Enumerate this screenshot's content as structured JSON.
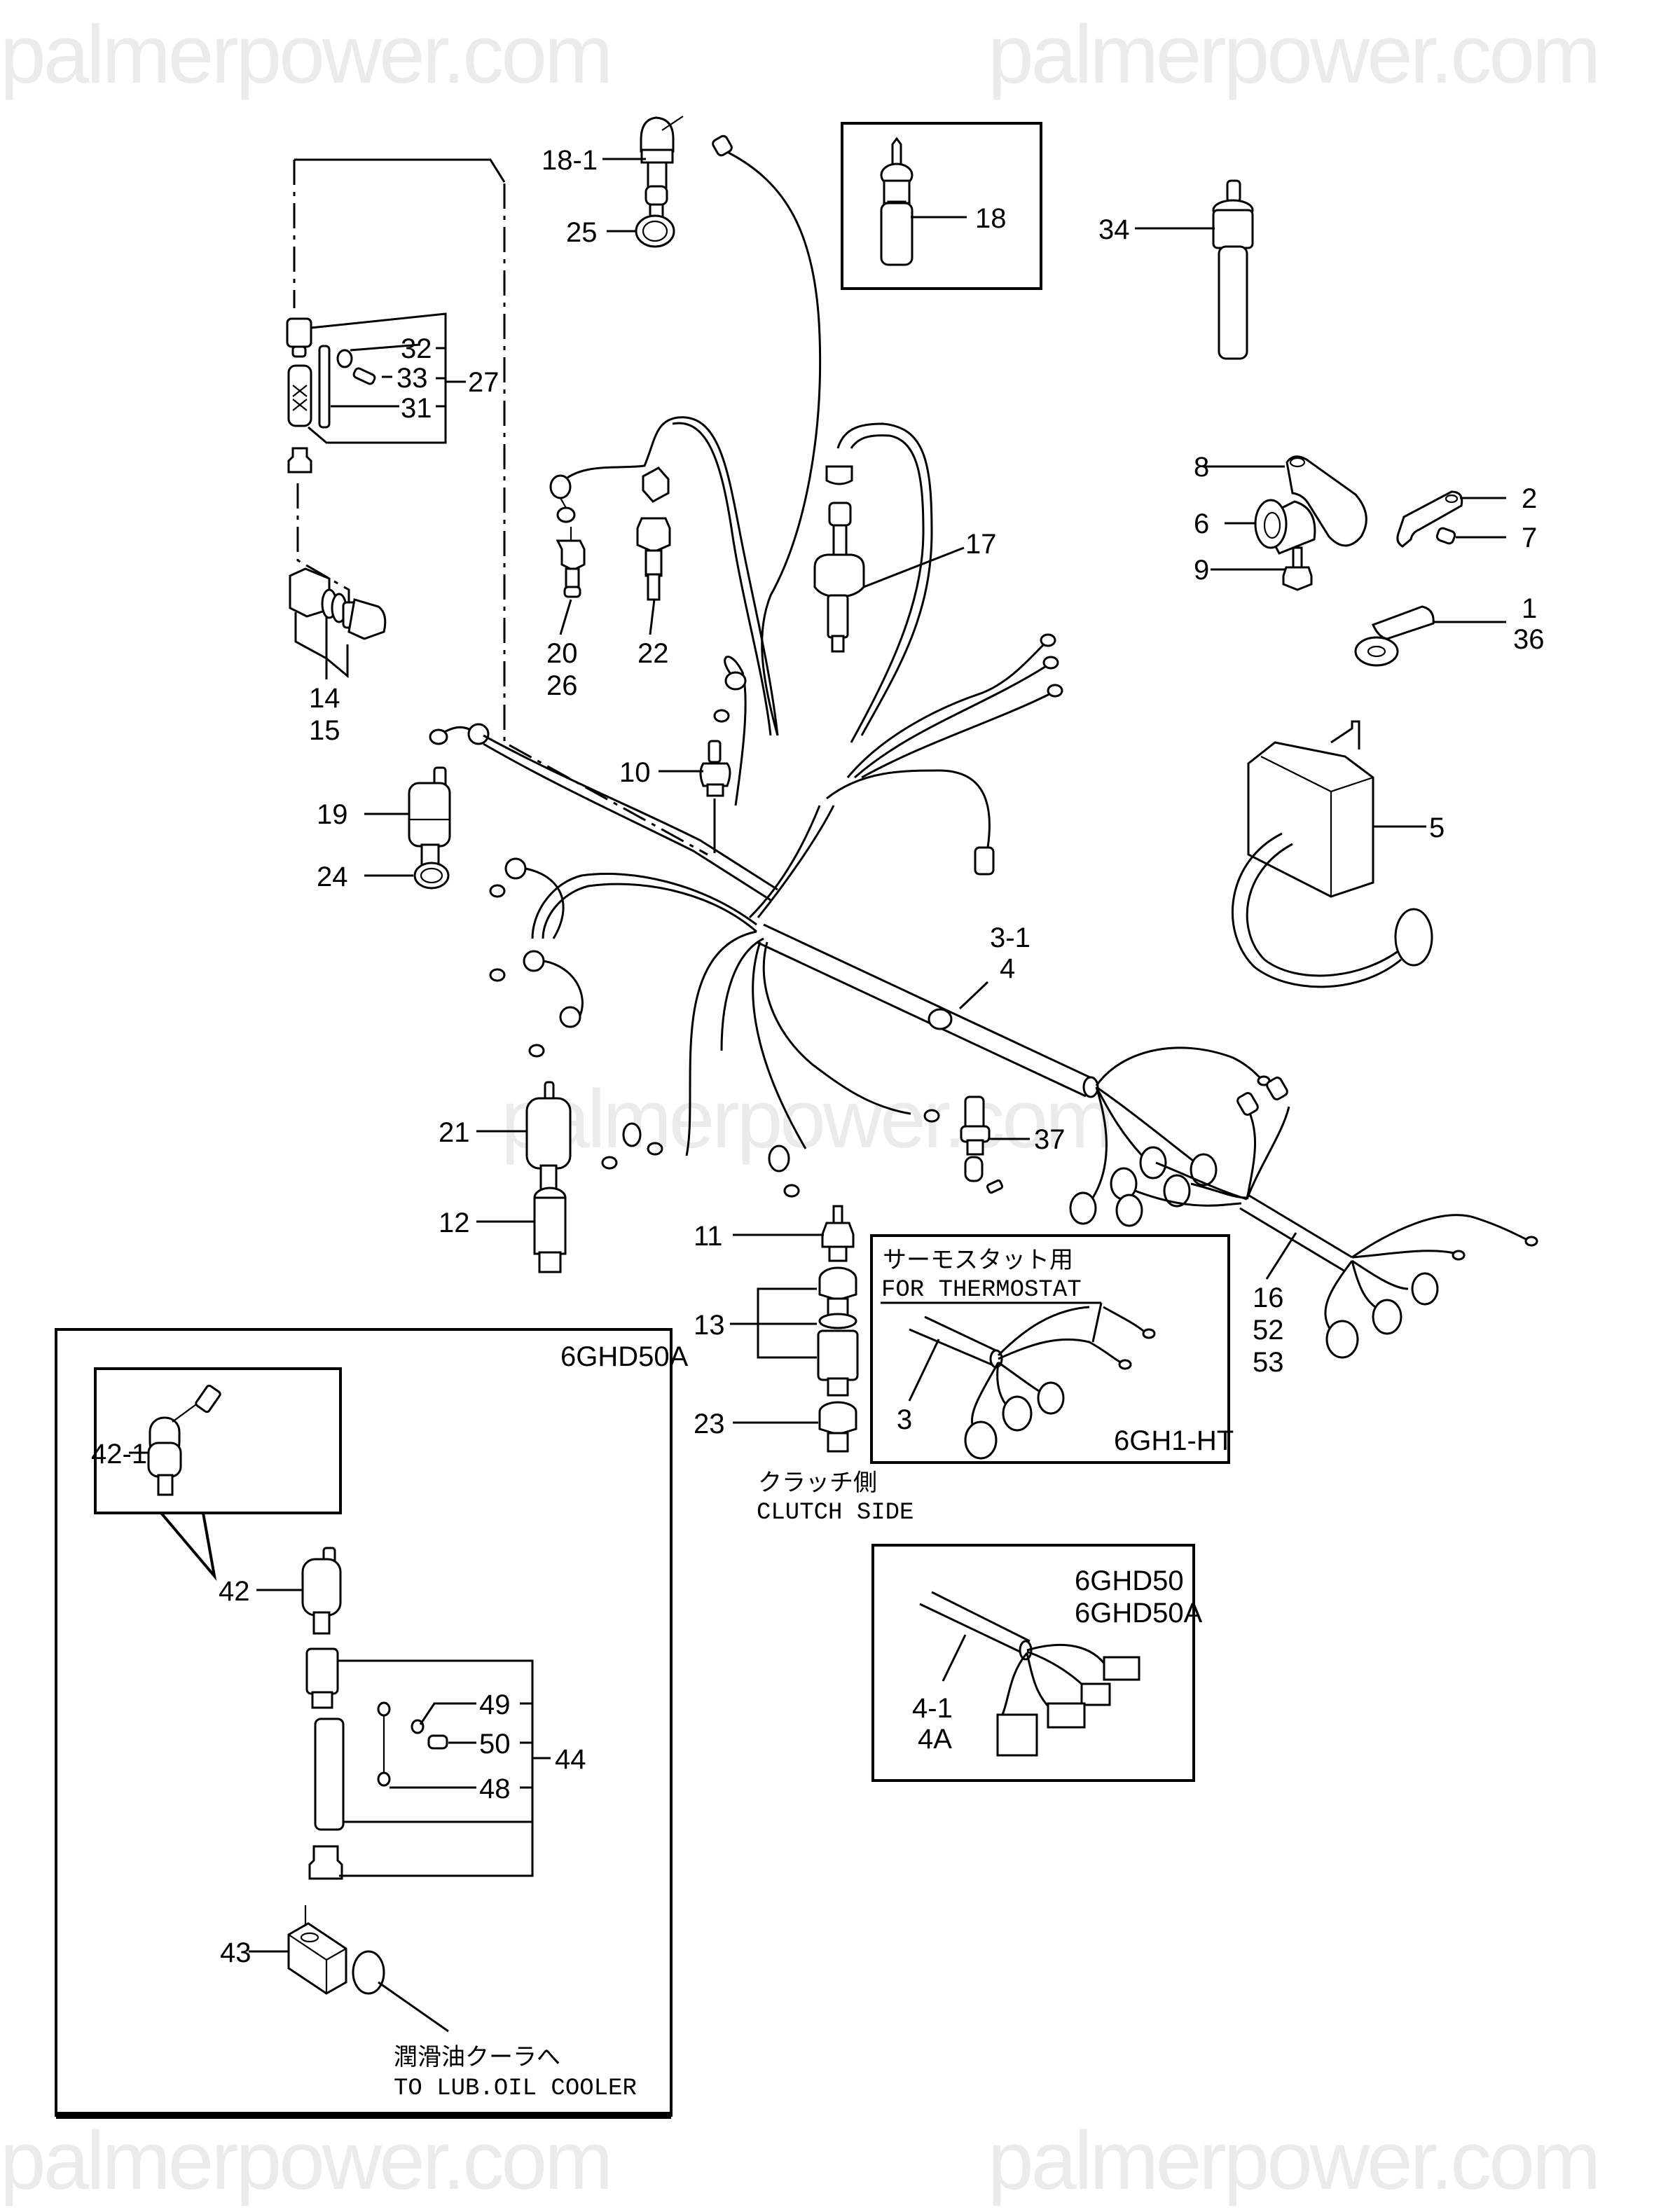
{
  "watermark": {
    "text": "palmerpower.com"
  },
  "callouts": {
    "c18_1": "18-1",
    "c25": "25",
    "c18": "18",
    "c34": "34",
    "c32": "32",
    "c33": "33",
    "c31": "31",
    "c27": "27",
    "c14": "14",
    "c15": "15",
    "c20": "20",
    "c26": "26",
    "c22": "22",
    "c17": "17",
    "c8": "8",
    "c6": "6",
    "c9": "9",
    "c2": "2",
    "c7": "7",
    "c1": "1",
    "c36": "36",
    "c10": "10",
    "c19": "19",
    "c24": "24",
    "c5": "5",
    "c3_1": "3-1",
    "c4": "4",
    "c21": "21",
    "c37": "37",
    "c12": "12",
    "c11": "11",
    "c13": "13",
    "c23": "23",
    "c16": "16",
    "c52": "52",
    "c53": "53",
    "c3": "3",
    "c42_1": "42-1",
    "c42": "42",
    "c49": "49",
    "c50": "50",
    "c48": "48",
    "c44": "44",
    "c43": "43",
    "c4_1": "4-1",
    "c4A": "4A"
  },
  "notes": {
    "thermostat_jp": "サーモスタット用",
    "thermostat_en": "FOR THERMOSTAT",
    "thermostat_model": "6GH1-HT",
    "clutch_jp": "クラッチ側",
    "clutch_en": "CLUTCH SIDE",
    "model_box_1": "6GHD50",
    "model_box_2": "6GHD50A",
    "lub_box_model": "6GHD50A",
    "lub_jp": "潤滑油クーラへ",
    "lub_en": "TO LUB.OIL COOLER"
  }
}
